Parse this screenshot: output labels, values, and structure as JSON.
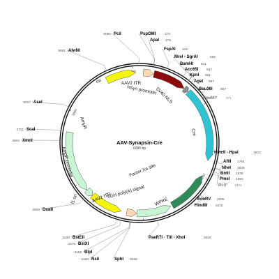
{
  "plasmid": {
    "name": "AAV-Synapsin-Cre",
    "size_label": "6095 bp",
    "length": 6095
  },
  "ticks": [
    {
      "label": "1000",
      "bp": 1000
    },
    {
      "label": "2000",
      "bp": 2000
    },
    {
      "label": "3000",
      "bp": 3000
    },
    {
      "label": "4000",
      "bp": 4000
    },
    {
      "label": "5000",
      "bp": 5000
    },
    {
      "label": "6000",
      "bp": 6000
    }
  ],
  "features": [
    {
      "name": "ori",
      "label": "ori",
      "start": 5630,
      "end": 6040,
      "strand": 1,
      "color": "#f5f50a"
    },
    {
      "name": "aav2-itr-1",
      "label": "AAV2 ITR",
      "start": 55,
      "end": 195,
      "strand": 1,
      "color": "#ffd9b3"
    },
    {
      "name": "hsyn-promoter",
      "label": "hSyn promoter",
      "start": 200,
      "end": 665,
      "strand": 1,
      "color": "#8b0a0a"
    },
    {
      "name": "sv40-nls",
      "label": "SV40 NLS",
      "start": 668,
      "end": 735,
      "strand": 1,
      "color": "#8b8b8b"
    },
    {
      "name": "cre",
      "label": "Cre",
      "start": 740,
      "end": 1770,
      "strand": 1,
      "color": "#2ec4d4"
    },
    {
      "name": "wpre",
      "label": "WPRE",
      "start": 1990,
      "end": 2580,
      "strand": -1,
      "color": "#2e8b57"
    },
    {
      "name": "hgh-polya",
      "label": "hGH poly(A) signal",
      "start": 2600,
      "end": 3080,
      "strand": -1,
      "color": "#c8f5d2"
    },
    {
      "name": "aav2-itr-2",
      "label": "AAV2 ITR",
      "start": 3085,
      "end": 3225,
      "strand": -1,
      "color": "#ffd9b3"
    },
    {
      "name": "f1-ori",
      "label": "f1 ori",
      "start": 3300,
      "end": 3756,
      "strand": -1,
      "color": "#f5f50a"
    },
    {
      "name": "ampr-promoter",
      "label": "AmpR promoter",
      "start": 3757,
      "end": 3860,
      "strand": -1,
      "color": "#c8f5d2"
    },
    {
      "name": "ampr",
      "label": "AmpR",
      "start": 3861,
      "end": 4720,
      "strand": -1,
      "color": "#c8f5d2"
    }
  ],
  "feature_labels": [
    {
      "key": "ori",
      "text": "ori"
    },
    {
      "key": "aav2-itr-1",
      "text": "AAV2 ITR"
    },
    {
      "key": "hsyn-promoter",
      "text": "hSyn promoter"
    },
    {
      "key": "sv40-nls",
      "text": "SV40 NLS"
    },
    {
      "key": "cre",
      "text": "Cre"
    },
    {
      "key": "factor-xa",
      "text": "Factor Xa site"
    },
    {
      "key": "wpre",
      "text": "WPRE"
    },
    {
      "key": "hgh-polya",
      "text": "hGH poly(A) signal"
    },
    {
      "key": "aav2-itr-2",
      "text": "AAV2 ITR"
    },
    {
      "key": "f1-ori",
      "text": "f1 ori"
    },
    {
      "key": "ampr",
      "text": "AmpR"
    },
    {
      "key": "ampr-promoter",
      "text": "AmpR promoter"
    }
  ],
  "sites": [
    {
      "name": "PciI",
      "pos": "6090",
      "grey": false
    },
    {
      "name": "PspOMI",
      "pos": "172",
      "grey": false
    },
    {
      "name": "ApaI",
      "pos": "176",
      "grey": false
    },
    {
      "name": "FspAI",
      "pos": "342",
      "grey": false
    },
    {
      "name": "MreI - SgrAI",
      "pos": "565",
      "grey": false
    },
    {
      "name": "BamHI",
      "pos": "641",
      "grey": false
    },
    {
      "name": "Acc65I",
      "pos": "647",
      "grey": false
    },
    {
      "name": "KpnI",
      "pos": "651",
      "grey": false
    },
    {
      "name": "AgeI",
      "pos": "687",
      "grey": false
    },
    {
      "name": "Bsu36I",
      "pos": "867",
      "grey": false
    },
    {
      "name": "PpuMI*",
      "pos": "971",
      "grey": true
    },
    {
      "name": "HincII - HpaI",
      "pos": "1623",
      "grey": false
    },
    {
      "name": "AflII",
      "pos": "1764",
      "grey": false
    },
    {
      "name": "NheI",
      "pos": "1835",
      "grey": false
    },
    {
      "name": "BmtI",
      "pos": "1839",
      "grey": false
    },
    {
      "name": "PmeI",
      "pos": "1883",
      "grey": false
    },
    {
      "name": "BclI*",
      "pos": "1904",
      "grey": true
    },
    {
      "name": "EcoRV",
      "pos": "2206",
      "grey": false
    },
    {
      "name": "HindIII",
      "pos": "2218",
      "grey": false
    },
    {
      "name": "PaeR7I - TliI - XhoI",
      "pos": "2828",
      "grey": false
    },
    {
      "name": "SphI",
      "pos": "3158",
      "grey": false
    },
    {
      "name": "NsiI",
      "pos": "3160",
      "grey": false
    },
    {
      "name": "BlpI",
      "pos": "3169",
      "grey": false
    },
    {
      "name": "BstXI",
      "pos": "3276",
      "grey": false
    },
    {
      "name": "BstEII",
      "pos": "3330",
      "grey": false
    },
    {
      "name": "DraIII",
      "pos": "3806",
      "grey": false
    },
    {
      "name": "XmnI",
      "pos": "4602",
      "grey": false
    },
    {
      "name": "ScaI",
      "pos": "4721",
      "grey": false
    },
    {
      "name": "AseI",
      "pos": "5027",
      "grey": false
    },
    {
      "name": "AlwNI",
      "pos": "5681",
      "grey": false
    }
  ]
}
